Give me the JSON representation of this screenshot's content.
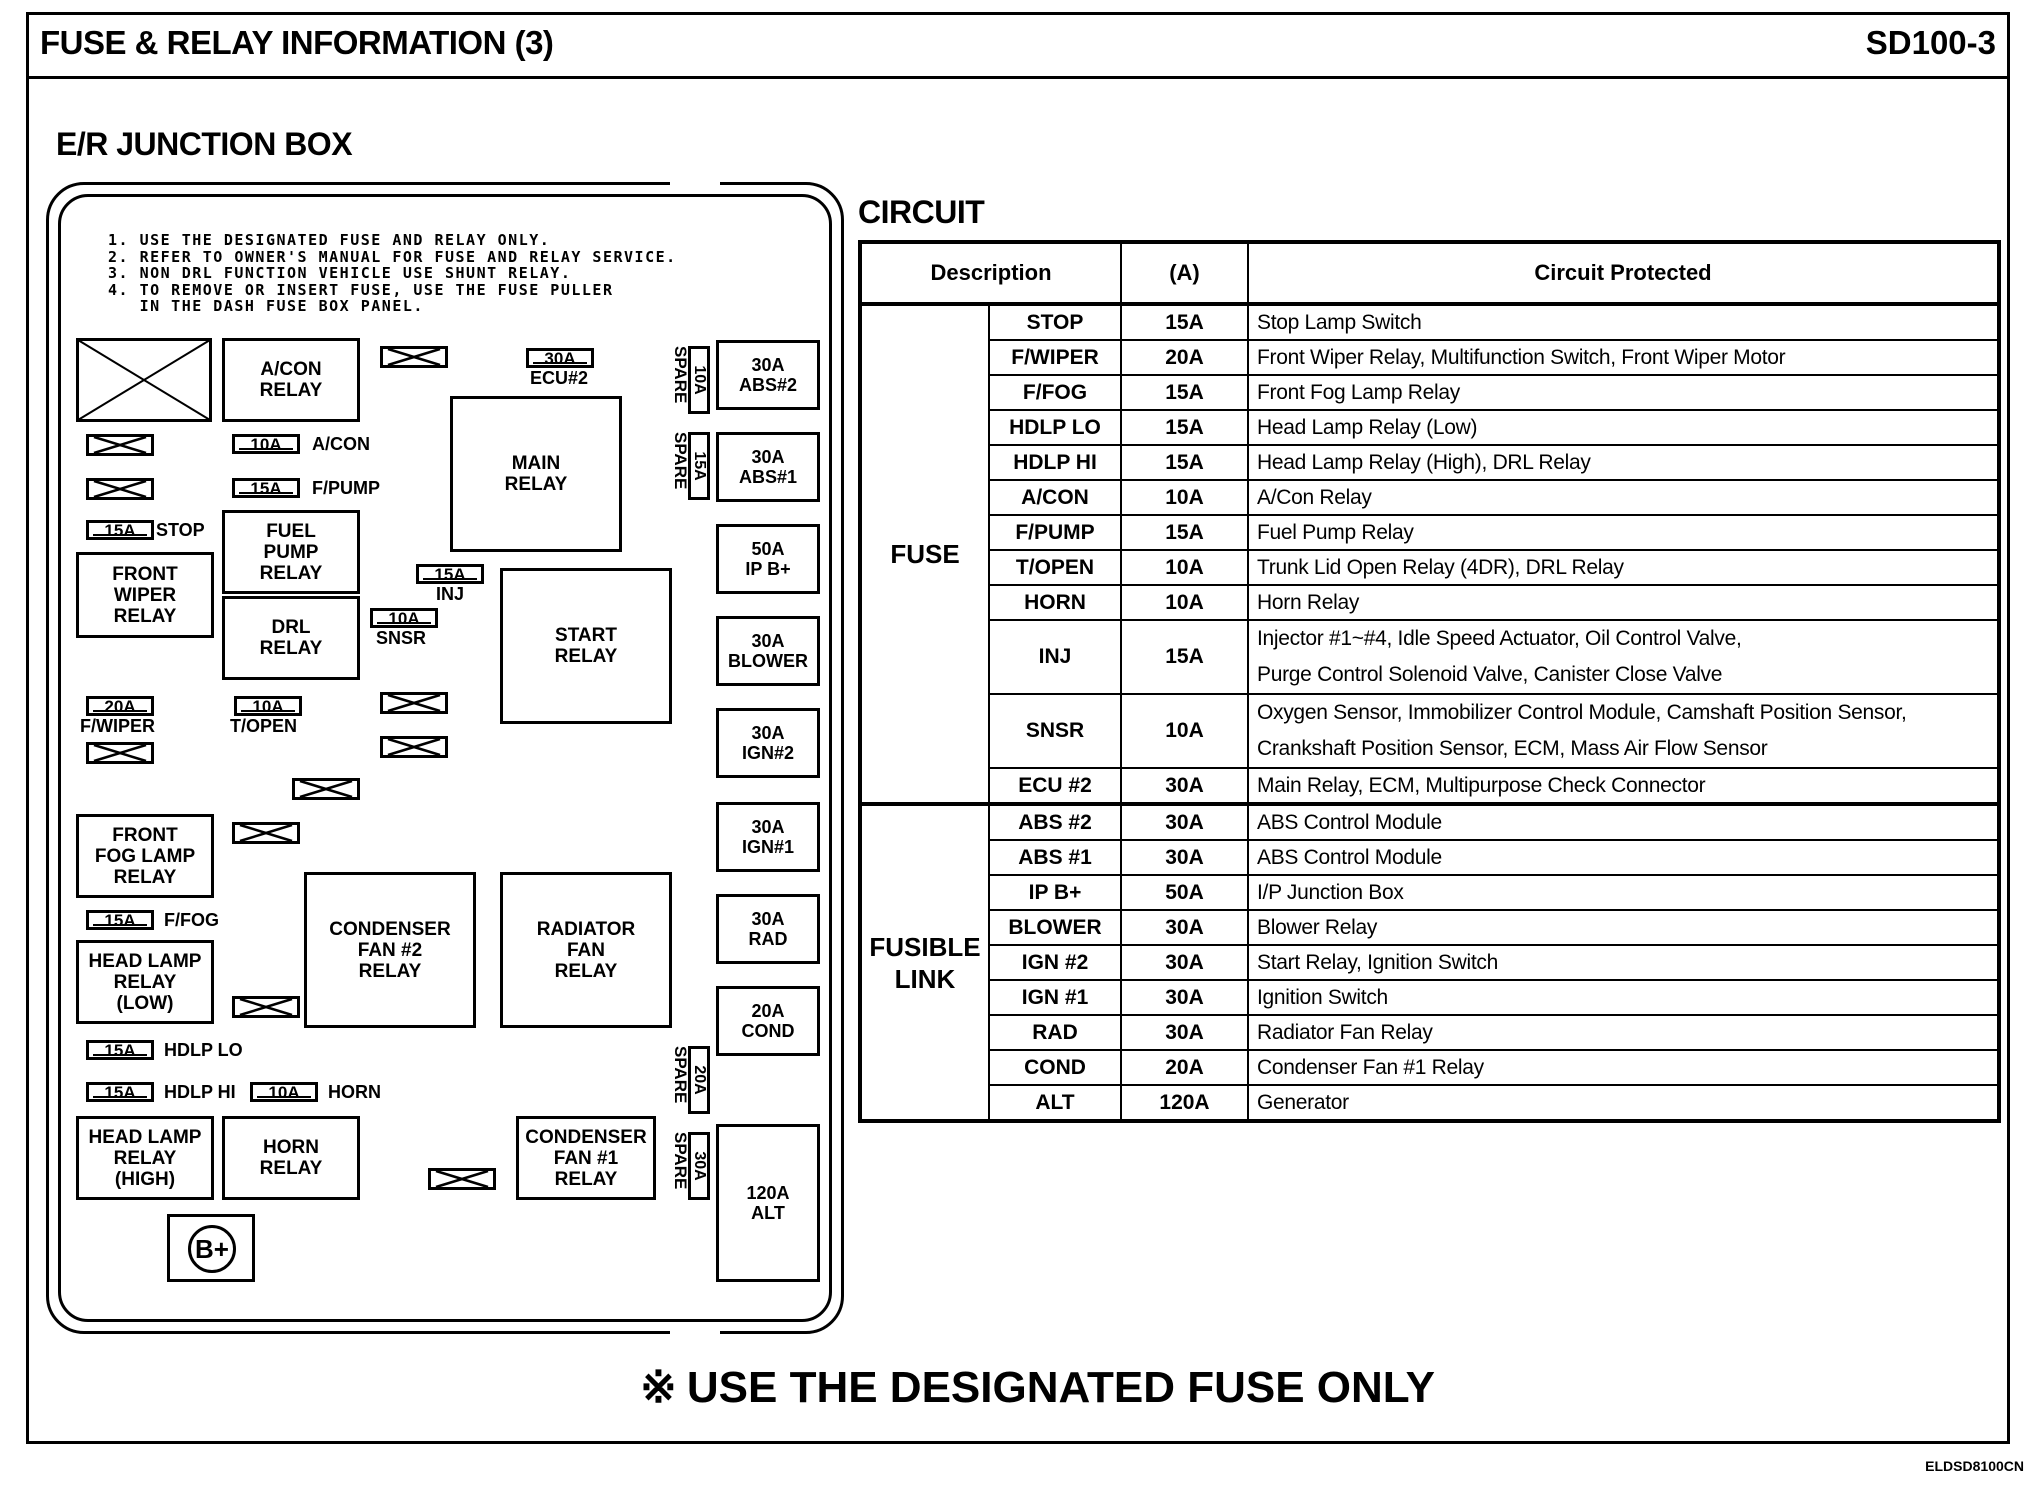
{
  "header": {
    "title": "FUSE & RELAY INFORMATION (3)",
    "code": "SD100-3"
  },
  "section_title": "E/R JUNCTION BOX",
  "notes": [
    "1. USE THE DESIGNATED FUSE AND RELAY ONLY.",
    "2. REFER TO OWNER'S MANUAL FOR FUSE AND RELAY SERVICE.",
    "3. NON DRL FUNCTION VEHICLE USE SHUNT RELAY.",
    "4. TO REMOVE OR INSERT FUSE, USE THE FUSE PULLER",
    "   IN THE DASH FUSE BOX PANEL."
  ],
  "relays": {
    "acon": [
      "A/CON",
      "RELAY"
    ],
    "main": [
      "MAIN",
      "RELAY"
    ],
    "fuel_pump": [
      "FUEL",
      "PUMP",
      "RELAY"
    ],
    "front_wiper": [
      "FRONT",
      "WIPER",
      "RELAY"
    ],
    "drl": [
      "DRL",
      "RELAY"
    ],
    "start": [
      "START",
      "RELAY"
    ],
    "front_fog": [
      "FRONT",
      "FOG LAMP",
      "RELAY"
    ],
    "condenser2": [
      "CONDENSER",
      "FAN #2",
      "RELAY"
    ],
    "radiator": [
      "RADIATOR",
      "FAN",
      "RELAY"
    ],
    "headlamp_low": [
      "HEAD LAMP",
      "RELAY",
      "(LOW)"
    ],
    "headlamp_high": [
      "HEAD LAMP",
      "RELAY",
      "(HIGH)"
    ],
    "horn": [
      "HORN",
      "RELAY"
    ],
    "condenser1": [
      "CONDENSER",
      "FAN #1",
      "RELAY"
    ]
  },
  "fuses": {
    "ecu2": {
      "amp": "30A",
      "label": "ECU#2"
    },
    "acon": {
      "amp": "10A",
      "label": "A/CON"
    },
    "fpump": {
      "amp": "15A",
      "label": "F/PUMP"
    },
    "stop": {
      "amp": "15A",
      "label": "STOP"
    },
    "inj": {
      "amp": "15A",
      "label": "INJ"
    },
    "snsr": {
      "amp": "10A",
      "label": "SNSR"
    },
    "fwiper": {
      "amp": "20A",
      "label": "F/WIPER"
    },
    "topen": {
      "amp": "10A",
      "label": "T/OPEN"
    },
    "ffog": {
      "amp": "15A",
      "label": "F/FOG"
    },
    "hdlplo": {
      "amp": "15A",
      "label": "HDLP LO"
    },
    "hdlphi": {
      "amp": "15A",
      "label": "HDLP HI"
    },
    "horn": {
      "amp": "10A",
      "label": "HORN"
    },
    "spare1": {
      "amp": "10A",
      "label": "SPARE"
    },
    "spare2": {
      "amp": "15A",
      "label": "SPARE"
    },
    "spare3": {
      "amp": "20A",
      "label": "SPARE"
    },
    "spare4": {
      "amp": "30A",
      "label": "SPARE"
    }
  },
  "fusible_links_box": [
    [
      "30A",
      "ABS#2"
    ],
    [
      "30A",
      "ABS#1"
    ],
    [
      "50A",
      "IP B+"
    ],
    [
      "30A",
      "BLOWER"
    ],
    [
      "30A",
      "IGN#2"
    ],
    [
      "30A",
      "IGN#1"
    ],
    [
      "30A",
      "RAD"
    ],
    [
      "20A",
      "COND"
    ],
    [
      "120A",
      "ALT"
    ]
  ],
  "bplus_label": "B+",
  "circuit": {
    "title": "CIRCUIT",
    "headers": [
      "Description",
      "(A)",
      "Circuit Protected"
    ],
    "fuse_group": "FUSE",
    "fusible_group": [
      "FUSIBLE",
      "LINK"
    ],
    "fuse_rows": [
      [
        "STOP",
        "15A",
        "Stop Lamp Switch"
      ],
      [
        "F/WIPER",
        "20A",
        "Front Wiper Relay, Multifunction Switch, Front Wiper Motor"
      ],
      [
        "F/FOG",
        "15A",
        "Front Fog Lamp Relay"
      ],
      [
        "HDLP LO",
        "15A",
        "Head Lamp Relay (Low)"
      ],
      [
        "HDLP HI",
        "15A",
        "Head Lamp Relay (High), DRL Relay"
      ],
      [
        "A/CON",
        "10A",
        "A/Con Relay"
      ],
      [
        "F/PUMP",
        "15A",
        "Fuel Pump Relay"
      ],
      [
        "T/OPEN",
        "10A",
        "Trunk Lid Open Relay (4DR), DRL Relay"
      ],
      [
        "HORN",
        "10A",
        "Horn Relay"
      ],
      [
        "INJ",
        "15A",
        "Injector #1~#4, Idle Speed Actuator, Oil Control Valve,",
        "Purge Control Solenoid Valve, Canister Close Valve"
      ],
      [
        "SNSR",
        "10A",
        "Oxygen Sensor, Immobilizer Control Module, Camshaft Position Sensor,",
        "Crankshaft Position Sensor, ECM, Mass Air Flow Sensor"
      ],
      [
        "ECU #2",
        "30A",
        "Main Relay, ECM, Multipurpose Check Connector"
      ]
    ],
    "link_rows": [
      [
        "ABS #2",
        "30A",
        "ABS Control Module"
      ],
      [
        "ABS #1",
        "30A",
        "ABS Control Module"
      ],
      [
        "IP B+",
        "50A",
        "I/P Junction Box"
      ],
      [
        "BLOWER",
        "30A",
        "Blower Relay"
      ],
      [
        "IGN #2",
        "30A",
        "Start Relay, Ignition Switch"
      ],
      [
        "IGN #1",
        "30A",
        "Ignition Switch"
      ],
      [
        "RAD",
        "30A",
        "Radiator Fan Relay"
      ],
      [
        "COND",
        "20A",
        "Condenser Fan #1 Relay"
      ],
      [
        "ALT",
        "120A",
        "Generator"
      ]
    ]
  },
  "bottom_note": {
    "mark": "※",
    "text": "USE THE DESIGNATED FUSE ONLY"
  },
  "image_code": "ELDSD8100CN"
}
